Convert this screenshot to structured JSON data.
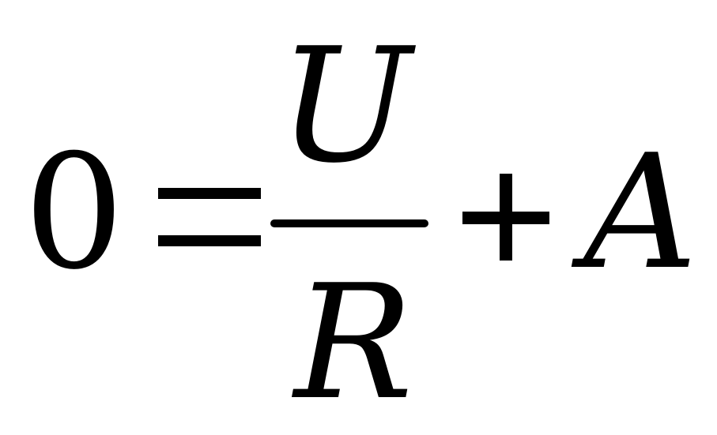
{
  "equation": {
    "lhs": "0",
    "equals_symbol": "=",
    "numerator": "U",
    "denominator": "R",
    "plus_symbol": "+",
    "term": "A"
  },
  "colors": {
    "text": "#000000",
    "background": "#ffffff"
  }
}
